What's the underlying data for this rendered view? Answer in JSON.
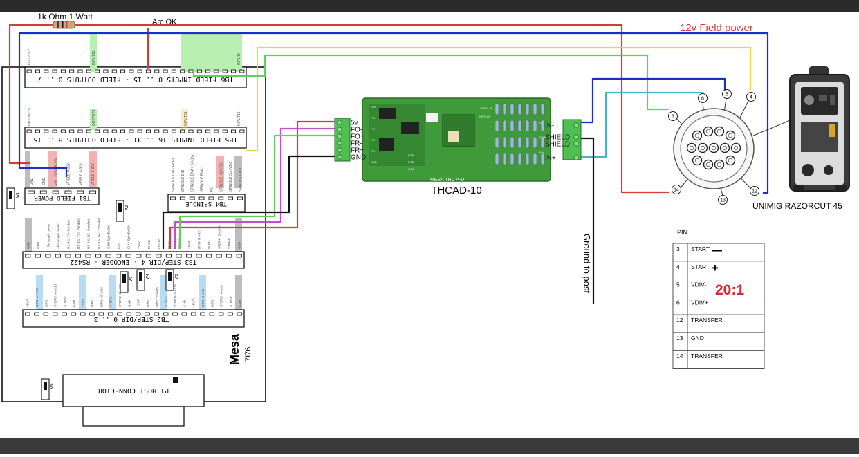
{
  "labels": {
    "resistor": "1k Ohm 1 Watt",
    "arc_ok": "Arc OK",
    "field_power": "12v Field power",
    "thcad_name": "THCAD-10",
    "thcad_board_text": "MESA THC A-D",
    "ground_to_post": "Ground to post",
    "plasma_name": "UNIMIG RAZORCUT 45",
    "mesa_logo": "Mesa",
    "mesa_model": "7I76",
    "ratio": "20:1"
  },
  "board": {
    "tb6": "TB6 FIELD INPUTS 0 .. 15 - FIELD OUTPUTS 0 .. 7",
    "tb5": "TB5 FIELD INPUTS 16 .. 31 - FIELD OUTPUTS 8 .. 15",
    "tb1": "TB1 FIELD POWER",
    "tb4": "TB4 SPINDLE",
    "tb3": "TB3 STEP/DIR 4 - ENCODER - RS422",
    "tb2": "TB2 STEP/DIR 0 .. 3",
    "p1": "P1 HOST CONNECTOR",
    "tb6_pins": [
      "OUTPUT7",
      "INPUT15",
      "INPUT0"
    ],
    "tb5_pins": [
      "OUTPUT15",
      "OUTPUT8",
      "INPUT31",
      "INPUT16"
    ],
    "tb1_pins": [
      "GND",
      "GND",
      "VIN LOGIC 8-32V",
      "VFIELD 8-32V",
      "VFIELD 8-32V",
      "VFIELD 8-32V"
    ],
    "tb4_pins": [
      "SPINDLE DIR+ PinRe",
      "SPINDLE DIR-",
      "SPINDLE ENA+ SinDay",
      "SPINDLE ENA-",
      "NC",
      "SPINDLE +10VDC",
      "SPINDLE Spn VDC",
      "SPINDLE GND"
    ],
    "tb3_pins": [
      "GND",
      "GND",
      "+5V supply power",
      "+5V supply power",
      "RS-422 TX- Pendant",
      "RS-422 TX+ Pendant",
      "RS-422 RX- Pendant",
      "RS-422 RX+ Pendant",
      "GND Spindle EX",
      "IDX-",
      "IDX+ Spindle EX",
      "+5VP",
      "ENCB-",
      "ENCB+",
      "ENCA-",
      "ENCA+",
      "+5VP",
      "DIR4- B-AXIS",
      "DIR4+",
      "STEP4+ B-AXIS",
      "STEP4-",
      "GND"
    ],
    "tb2_pins": [
      "+5VP",
      "DIR0- A-AXIS",
      "DIR0+",
      "STEP0+ A-AXIS",
      "STEP0-",
      "GND",
      "+5VP",
      "DIR1-",
      "DIR1+ Z-AXIS",
      "STEP1-",
      "STEP1+ Z-AXIS",
      "GND",
      "+5VP",
      "DIR2-",
      "DIR2+ Y-AXIS",
      "STEP2-",
      "STEP2+ Y-AXIS",
      "GND",
      "+5VP",
      "DIR3- X-Axis",
      "DIR3+",
      "STEP3+ X-Axis",
      "STEP3-",
      "GND"
    ],
    "jumpers": [
      "W1",
      "W2",
      "W3",
      "W4",
      "W5",
      "W6"
    ]
  },
  "thcad_terminals_left": [
    "5v",
    "FO-",
    "FO+",
    "FR-",
    "FR+",
    "GND"
  ],
  "thcad_terminals_right": [
    "IN-",
    "SHIELD",
    "SHIELD",
    "IN+"
  ],
  "thcad_board_labels": [
    "+5V",
    "FO-",
    "FO+",
    "FR-",
    "FR+",
    "GND",
    "F/16",
    "F/32",
    "F/64",
    "UNIPOLAR",
    "BIPOLAR",
    "IN-",
    "SHIELD",
    "IN+"
  ],
  "connector_pin_callouts": [
    "3",
    "6",
    "5",
    "4",
    "14",
    "13",
    "12"
  ],
  "pin_table": {
    "header": "PIN",
    "rows": [
      {
        "pin": "3",
        "name": "START",
        "mark": "—"
      },
      {
        "pin": "4",
        "name": "START",
        "mark": "+"
      },
      {
        "pin": "5",
        "name": "VDIV-",
        "mark": ""
      },
      {
        "pin": "6",
        "name": "VDIV+",
        "mark": ""
      },
      {
        "pin": "12",
        "name": "TRANSFER",
        "mark": ""
      },
      {
        "pin": "13",
        "name": "GND",
        "mark": ""
      },
      {
        "pin": "14",
        "name": "TRANSFER",
        "mark": ""
      }
    ]
  },
  "colors": {
    "top_bar": "#2b2b2b",
    "bottom_bar": "#3a3a3a",
    "wire_red": "#d63a3a",
    "wire_blue": "#1a2fc4",
    "wire_yellow": "#f0cf4a",
    "wire_green": "#5fcf5a",
    "wire_cyan": "#46b4c8",
    "wire_magenta": "#c44bd6",
    "wire_black": "#111111",
    "pcb_green": "#3f9a3a",
    "terminal_green": "#4fbf52",
    "ratio_red": "#d12b2b",
    "highlight_green": "#b7f0b0",
    "highlight_red": "#f4b1b1",
    "highlight_blue": "#b7dcf4",
    "highlight_gray": "#bdbdbd"
  }
}
